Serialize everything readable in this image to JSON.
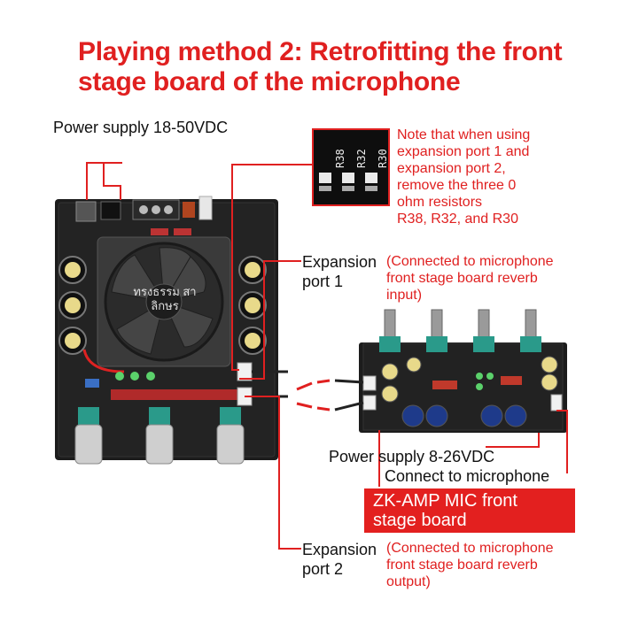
{
  "title": {
    "line1": "Playing method 2: Retrofitting the front",
    "line2": "stage board of the microphone"
  },
  "labels": {
    "power_main": "Power supply 18-50VDC",
    "note_line1": "Note that when using",
    "note_line2": "expansion port 1 and",
    "note_line3": "expansion port 2,",
    "note_line4": "remove the three 0",
    "note_line5": "ohm resistors",
    "note_line6": "R38, R32, and R30",
    "exp1_line1": "Expansion",
    "exp1_line2": "port 1",
    "exp1_desc1": "(Connected to microphone",
    "exp1_desc2": "front stage board reverb",
    "exp1_desc3": "input)",
    "power_mic": "Power supply 8-26VDC",
    "connect_mic": "Connect to microphone",
    "mic_board_line1": "ZK-AMP MIC front",
    "mic_board_line2": "stage board",
    "exp2_line1": "Expansion",
    "exp2_line2": "port 2",
    "exp2_desc1": "(Connected to microphone",
    "exp2_desc2": "front stage board reverb",
    "exp2_desc3": "output)"
  },
  "resistors": [
    "R38",
    "R32",
    "R30"
  ],
  "watermark": "ทรงธรรม สาลิกษร",
  "colors": {
    "accent": "#e02020",
    "board": "#1c1c1c",
    "text": "#111111"
  }
}
